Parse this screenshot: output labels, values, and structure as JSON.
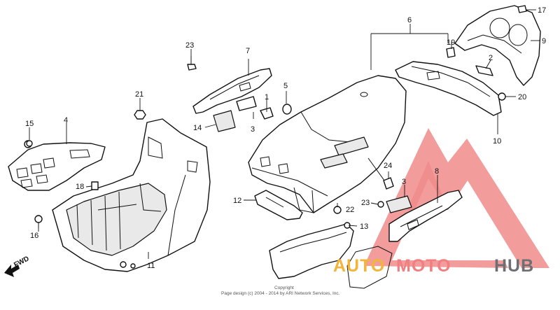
{
  "callouts": {
    "c1": "1",
    "c2": "2",
    "c3a": "3",
    "c3b": "3",
    "c4": "4",
    "c5": "5",
    "c6": "6",
    "c7": "7",
    "c8": "8",
    "c9": "9",
    "c10": "10",
    "c11": "11",
    "c12": "12",
    "c13": "13",
    "c14": "14",
    "c15": "15",
    "c16": "16",
    "c17": "17",
    "c18": "18",
    "c19": "19",
    "c20": "20",
    "c21": "21",
    "c22": "22",
    "c23a": "23",
    "c23b": "23",
    "c24": "24"
  },
  "direction": {
    "label": "FWD"
  },
  "copyright": {
    "line1": "Copyright",
    "line2": "Page design (c) 2004 - 2014 by ARI Network Services, Inc."
  },
  "watermark": {
    "part1": "AUTO",
    "part2": "MOTO",
    "part3": "HUB",
    "colors": {
      "auto": "#f3b43a",
      "moto": "#f07f82",
      "hub": "#6d6f73"
    }
  }
}
